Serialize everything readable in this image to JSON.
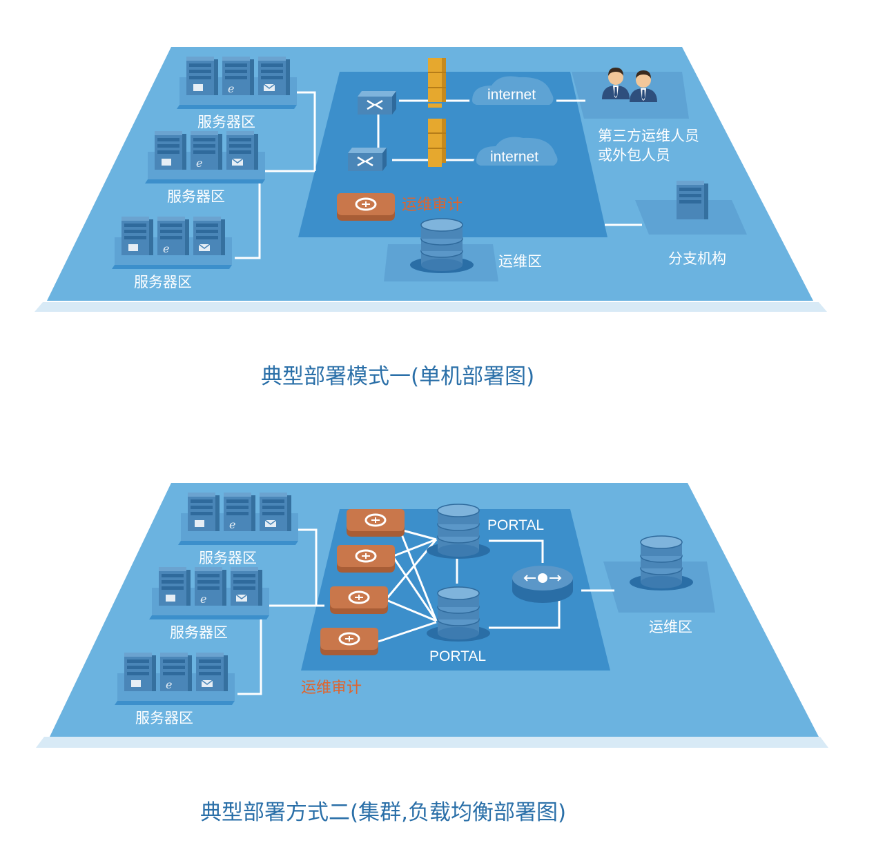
{
  "colors": {
    "platform": "#6bb3e0",
    "platform_shadow": "#d8eaf6",
    "inner_zone": "#3c8fcb",
    "inner_dark": "#2f7bb8",
    "server": "#4a86b8",
    "device_orange": "#c9774b",
    "firewall": "#e6a82e",
    "caption": "#2a6fa8",
    "accent_label": "#e0642c"
  },
  "diagram1": {
    "server_zone_labels": [
      "服务器区",
      "服务器区",
      "服务器区"
    ],
    "internet_labels": [
      "internet",
      "internet"
    ],
    "audit_label": "运维审计",
    "ops_zone_label": "运维区",
    "third_party_line1": "第三方运维人员",
    "third_party_line2": "或外包人员",
    "branch_label": "分支机构",
    "icons": [
      "server-rack-icon",
      "router-icon",
      "firewall-icon",
      "cloud-icon",
      "people-icon",
      "audit-device-icon",
      "database-icon"
    ]
  },
  "caption1": "典型部署模式一(单机部署图)",
  "diagram2": {
    "server_zone_labels": [
      "服务器区",
      "服务器区",
      "服务器区"
    ],
    "portal_labels": [
      "PORTAL",
      "PORTAL"
    ],
    "audit_label": "运维审计",
    "ops_zone_label": "运维区",
    "icons": [
      "server-rack-icon",
      "audit-device-icon",
      "database-icon",
      "load-balancer-icon"
    ]
  },
  "caption2": "典型部署方式二(集群,负载均衡部署图)"
}
